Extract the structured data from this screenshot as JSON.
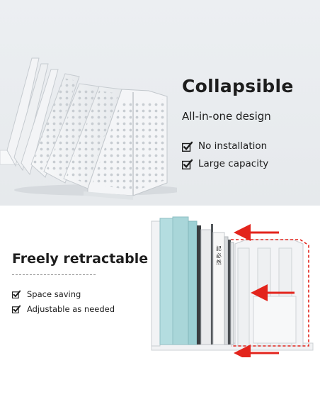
{
  "top_panel": {
    "headline": "Collapsible",
    "subtitle": "All-in-one design",
    "features": [
      {
        "label": "No installation",
        "icon": "check-icon"
      },
      {
        "label": "Large capacity",
        "icon": "check-icon"
      }
    ],
    "image": {
      "depicts": "collapsed-file-holder-icon"
    }
  },
  "bottom_panel": {
    "headline": "Freely retractable",
    "features": [
      {
        "label": "Space saving",
        "icon": "check-icon"
      },
      {
        "label": "Adjustable as needed",
        "icon": "check-icon"
      }
    ],
    "image": {
      "depicts": "expanded-file-holder-with-books-icon"
    },
    "book_spine_text": "記 必 然"
  },
  "colors": {
    "top_background": "#e8ebee",
    "product_white": "#f5f6f7",
    "product_shadow": "#c9ced3",
    "book_teal": "#a9d6d9",
    "arrow_red": "#e3241c"
  }
}
